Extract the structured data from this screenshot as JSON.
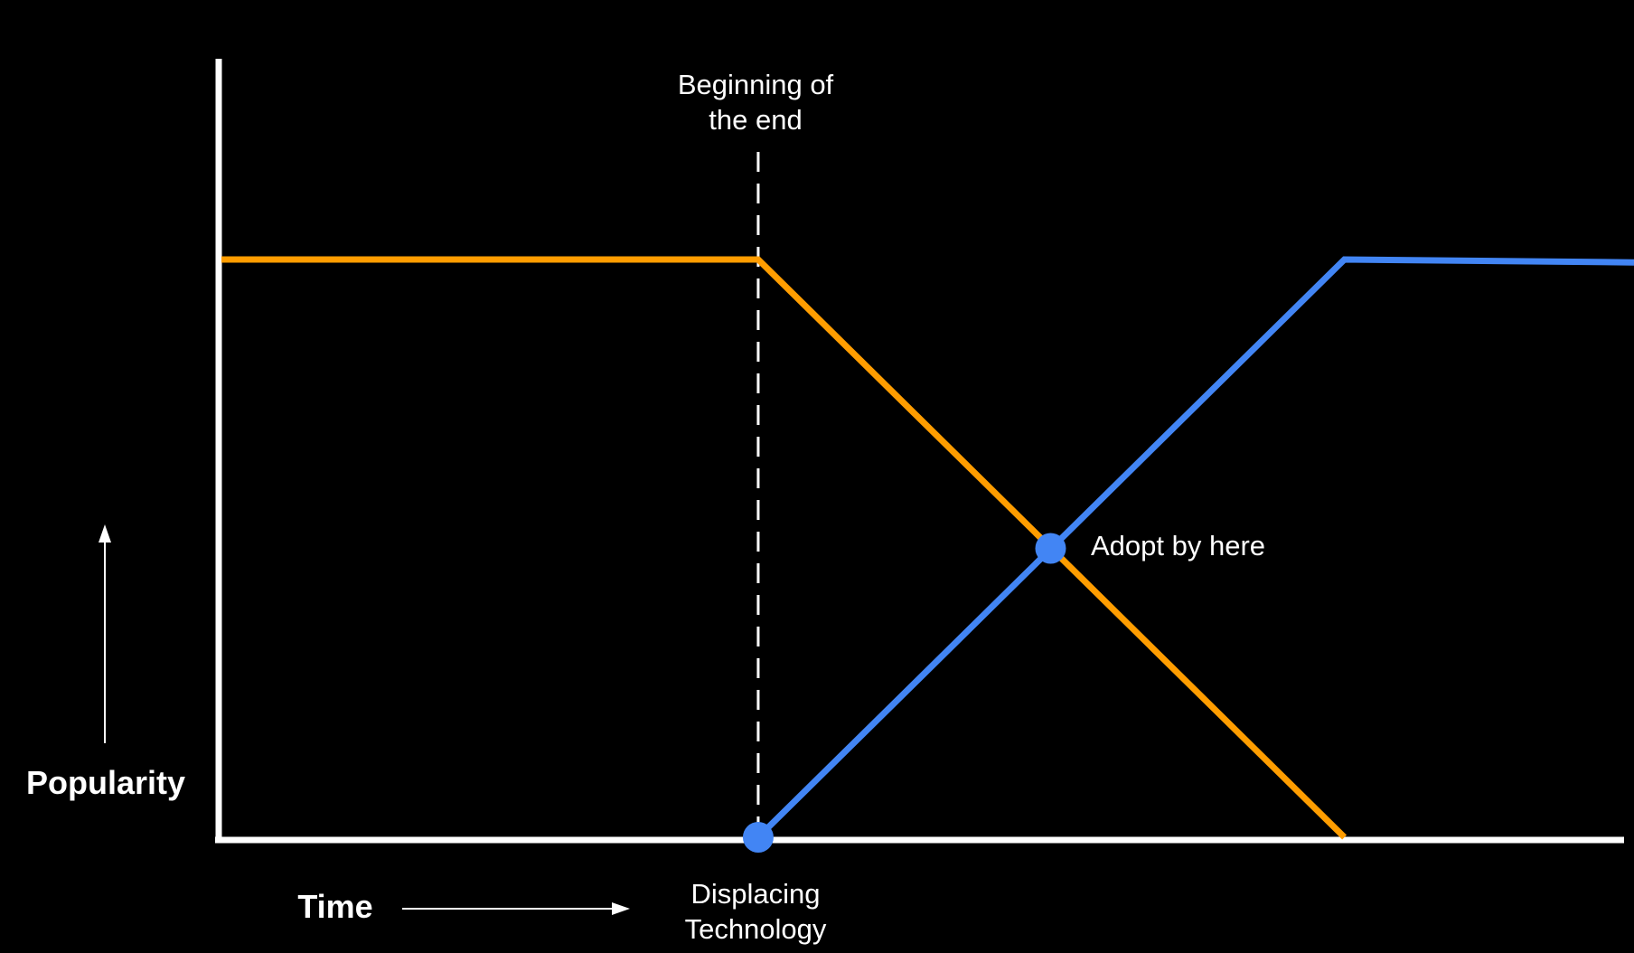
{
  "chart_data": {
    "type": "line",
    "title": "",
    "xlabel": "Time",
    "ylabel": "Popularity",
    "xlim": [
      0,
      100
    ],
    "ylim": [
      0,
      100
    ],
    "grid": false,
    "series": [
      {
        "color": "#ff9d00",
        "points": [
          [
            0,
            100
          ],
          [
            38,
            100
          ],
          [
            79.5,
            0
          ]
        ]
      },
      {
        "color": "#4285f4",
        "points": [
          [
            38,
            0
          ],
          [
            79.5,
            100
          ],
          [
            100,
            99.5
          ]
        ]
      }
    ],
    "markers": [
      {
        "x": 38,
        "y": 0,
        "color": "#4285f4"
      },
      {
        "x": 58.7,
        "y": 50,
        "color": "#4285f4"
      }
    ],
    "vline": {
      "x": 38,
      "style": "dashed",
      "color": "#ffffff"
    },
    "annotations": {
      "beginning_line1": "Beginning of",
      "beginning_line2": "the end",
      "adopt": "Adopt by here",
      "displacing_line1": "Displacing",
      "displacing_line2": "Technology"
    },
    "axis_color": "#ffffff"
  }
}
